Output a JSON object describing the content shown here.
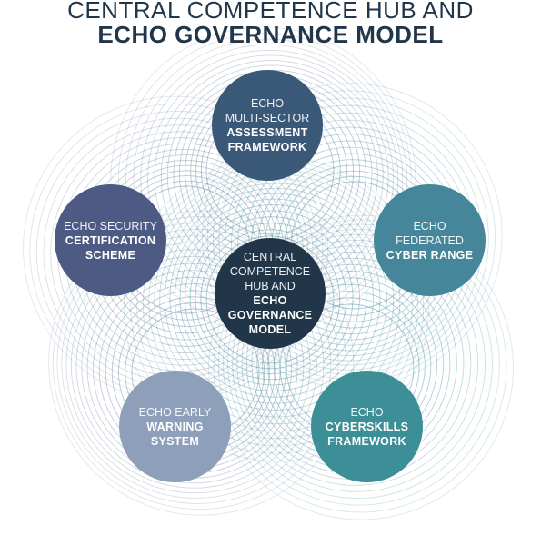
{
  "title": {
    "line1": "CENTRAL COMPETENCE HUB AND",
    "line2": "ECHO GOVERNANCE MODEL"
  },
  "colors": {
    "title": "#22364a",
    "top": "#3a5878",
    "left": "#4d5b84",
    "right": "#45869a",
    "center": "#22364a",
    "bottom_left": "#8d9fb9",
    "bottom_right": "#3d8f97",
    "ring_slate": "#7a8ea8",
    "ring_teal": "#5a9aa8"
  },
  "nodes": {
    "top": {
      "light1": "ECHO",
      "light2": "MULTI-SECTOR",
      "bold1": "ASSESSMENT",
      "bold2": "FRAMEWORK"
    },
    "left": {
      "light1": "ECHO SECURITY",
      "bold1": "CERTIFICATION",
      "bold2": "SCHEME"
    },
    "right": {
      "light1": "ECHO",
      "light2": "FEDERATED",
      "bold1": "CYBER RANGE"
    },
    "center": {
      "light1": "CENTRAL",
      "light2": "COMPETENCE",
      "light3": "HUB AND",
      "bold1": "ECHO",
      "bold2": "GOVERNANCE",
      "bold3": "MODEL"
    },
    "bottom_left": {
      "light1": "ECHO EARLY",
      "bold1": "WARNING",
      "bold2": "SYSTEM"
    },
    "bottom_right": {
      "light1": "ECHO",
      "bold1": "CYBERSKILLS",
      "bold2": "FRAMEWORK"
    }
  }
}
